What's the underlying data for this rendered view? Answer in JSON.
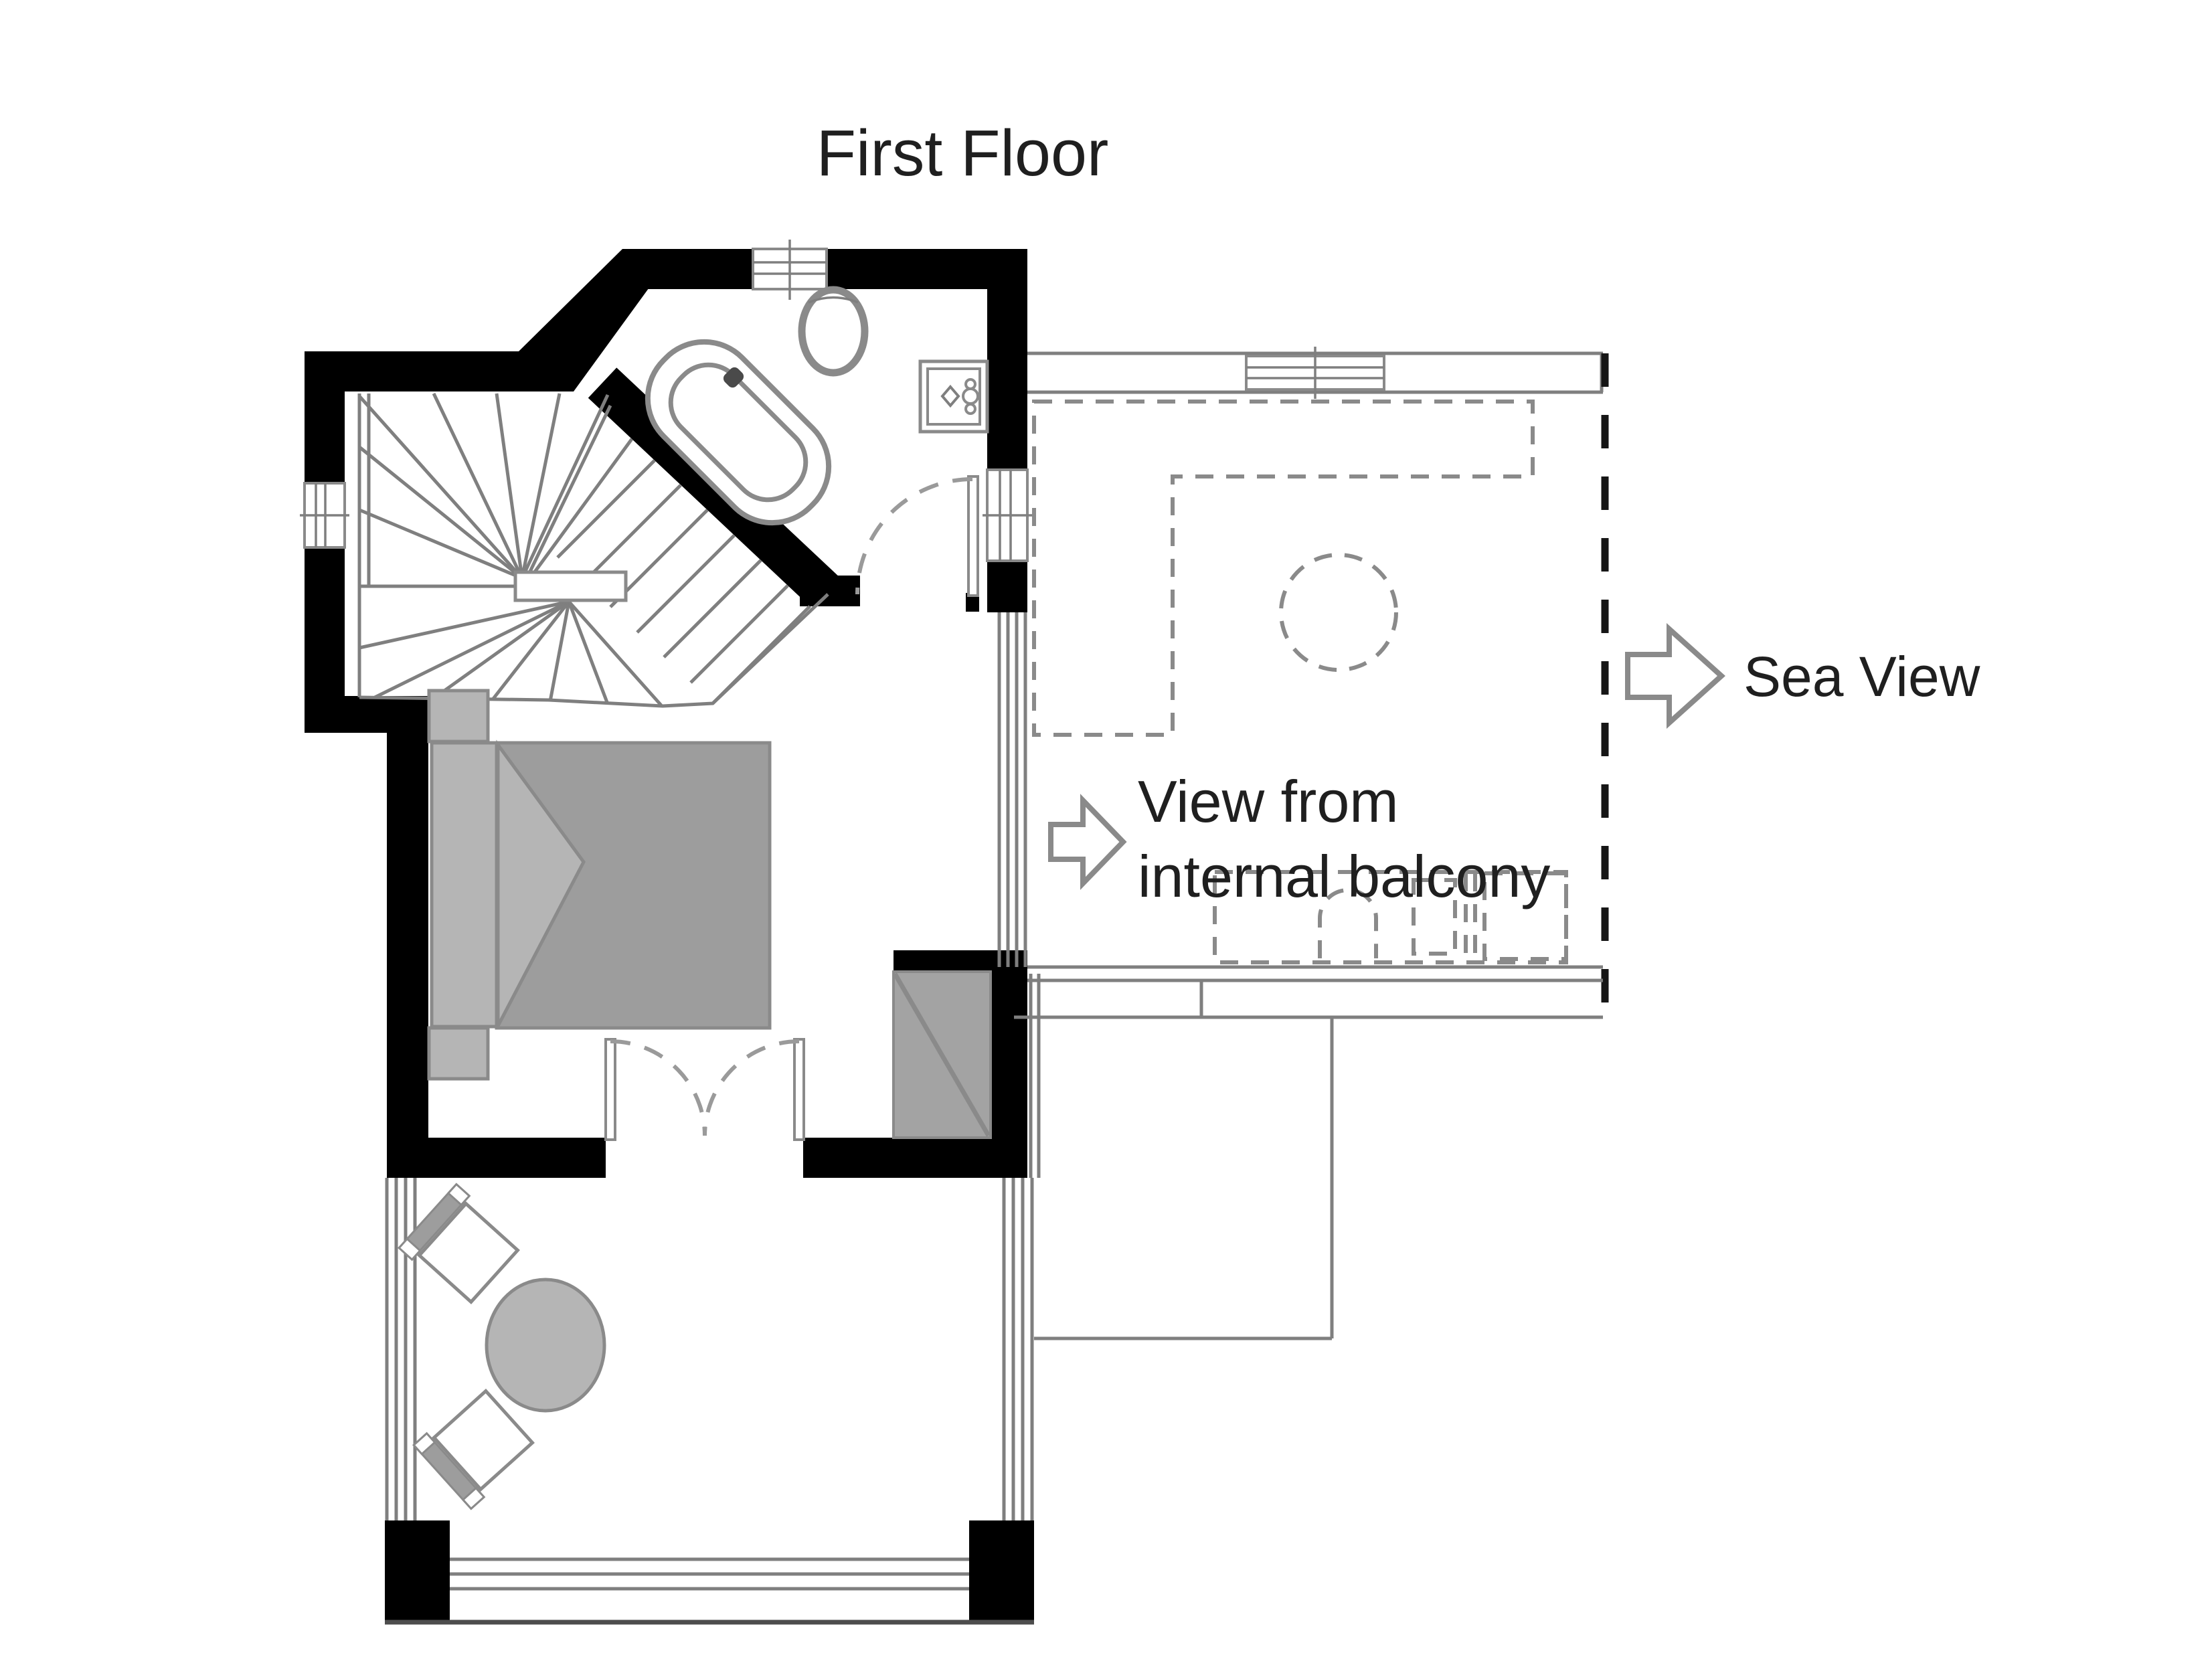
{
  "title": {
    "text": "First Floor"
  },
  "annotations": {
    "sea_view": {
      "label": "Sea View"
    },
    "balcony_view": {
      "label_line1": "View from",
      "label_line2": "internal balcony"
    }
  },
  "theme": {
    "wall": "#000000",
    "line": "#7f7f7f",
    "fixture": "#8a8a8a",
    "furnLight": "#b5b5b5",
    "furnMid": "#9d9d9d",
    "dash": "#8a8a8a",
    "boundary": "#161616",
    "text": "#1f1f1f",
    "bg": "#ffffff"
  }
}
